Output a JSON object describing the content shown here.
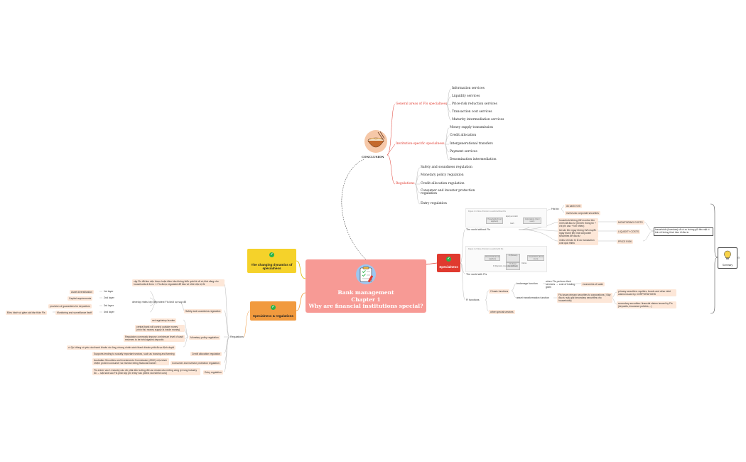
{
  "central": {
    "line1": "Bank management",
    "line2": "Chapter 1",
    "line3": "Why are financial institutions special?"
  },
  "topics": {
    "changing": "The changing dynamics of specialness",
    "spec_reg": "Specialness & regulations",
    "specialness": "Specialness",
    "conclusion": "CONCLUSION",
    "summary": "Summary"
  },
  "conclusion": {
    "general_label": "General areas of FIs specialness",
    "general_items": [
      "Information services",
      "Liquidity services",
      "Price-risk reduction services",
      "Transaction cost services",
      "Maturity intermediation services"
    ],
    "institution_label": "Institution-specific specialness",
    "institution_items": [
      "Money supply transmission",
      "Credit allocation",
      "Intergenerational transfers",
      "Payment services",
      "Denomination intermediation"
    ],
    "regulations_label": "Regulations",
    "regulations_items": [
      "Safety and soundness regulation",
      "Monetary policy regulation",
      "Credit allocation regulation",
      "Consumer and investor protection regulation",
      "Entry regulation"
    ]
  },
  "specialness": {
    "world_without": "The world without FIs",
    "world_with": "The world with FIs",
    "fig1_caption": "Figure 1.1 Flow of funds in a world without FIs",
    "fig2_caption": "Figure 1.2 Flow of funds in a world with FIs",
    "mini_households": "Households (Fund suppliers)",
    "mini_corporations": "Corporations (Fund users)",
    "mini_equity": "Equity and debt",
    "mini_cash": "Cash",
    "mini_fi": "FI (Brokers)",
    "mini_fi2": "FI (Asset transformers)",
    "mini_claims": "Claims",
    "mini_fi_ded": "FI (Deposits, insurance policies)",
    "fi_functions": "FI functions",
    "hai_do": "Hai do:",
    "cash_in_hh": "do cash in hh",
    "invest_vao": "invest vào corporate securities",
    "monitoring_desc": "household không thể monitor tiền mình đã đầu tư (lỗi bên thông tin + chi phí cao + tốn nhiều)",
    "monitoring_costs": "MONITORING COSTS",
    "liquidity_desc": "tài sản liền ngay không thể chuyển ngay thành tiền mặt corporate securities để đầu tư",
    "liquidity_costs": "LIQUIDITY COSTS",
    "price_desc": "nhiều khi bán bị lỗ do transaction cost quá nhiều",
    "price_risk": "PRICE RISK",
    "households_note": "households (Investors) sẽ có xu hướng giữ tiền mặt vì tình rủi không thích đem đi đầu tư",
    "two_basic": "2 basic functions",
    "brokerage": "brokerage function",
    "brokerage_desc": "when FIs perform their services → cost of trading giảm",
    "economies": "economies of scale",
    "asset_transform": "asset transformation function",
    "asset_desc": "FIs issue primary securities to corporations ( Đây đầu tư sáu giải secondary securities cho households)",
    "primary_sec": "primary securities: equities, bonds and other debt claims issued by CORPORATIONS",
    "secondary_sec": "secondary securities: financial claims issued by FIs (deposits, insurance policies,...)",
    "other_special": "other special services"
  },
  "regulations": {
    "root": "Regulations",
    "intro": "vậy FIs đã làm việc được hoặc đảm bảo không hiểu quả thì sẽ có khả năng cho households & firms ⇒ FIs được regulated để bảo về khỏi việc bị lỗi",
    "safety": "Safety and soundness regulation",
    "safety_desc": "develop nhiều lớp để protect FIs khỏi sự sụp đổ",
    "layers": [
      "1st layer",
      "2nd layer",
      "3rd layer",
      "4nd layer"
    ],
    "layer_items": [
      "Asset diversification",
      "Capital requirements",
      "provision of guarantees for depositors",
      "Monitoring and surveillance itself"
    ],
    "layer4_note": "Điều hành và giám sát bản thân FIs",
    "monetary": "Monetary policy regulation",
    "net_reg": "net regulatory burden",
    "monetary_items": [
      "central bank will control outside money (nhìn thứ money supply là inside money)",
      "Regulators commonly impose a minimum level of cash reserves to be held against deposits"
    ],
    "credit": "Credit allocation regulation",
    "credit_note": "vì Qu không có yêu cầu thanh khoản và rủng, nhưng chính sách thanh khoản phải được định duyệt",
    "credit_desc": "Supports lending to socially important sectors, such as housing and farming",
    "consumer": "Consumer and investor protection regulation",
    "consumer_desc": "Australian Securities and Investments Commission (ASIC) chịu trách nhiệm protect consumer và investor being financial market",
    "entry": "Entry regulation",
    "entry_desc": "FIs entrer vào 1 industry nào đó phải dẫn hưởng đến an nhuận của những công ty trong industry đó → luật sửa sao FIs phải nộp phí entry vào (direct và indirect cost)"
  }
}
